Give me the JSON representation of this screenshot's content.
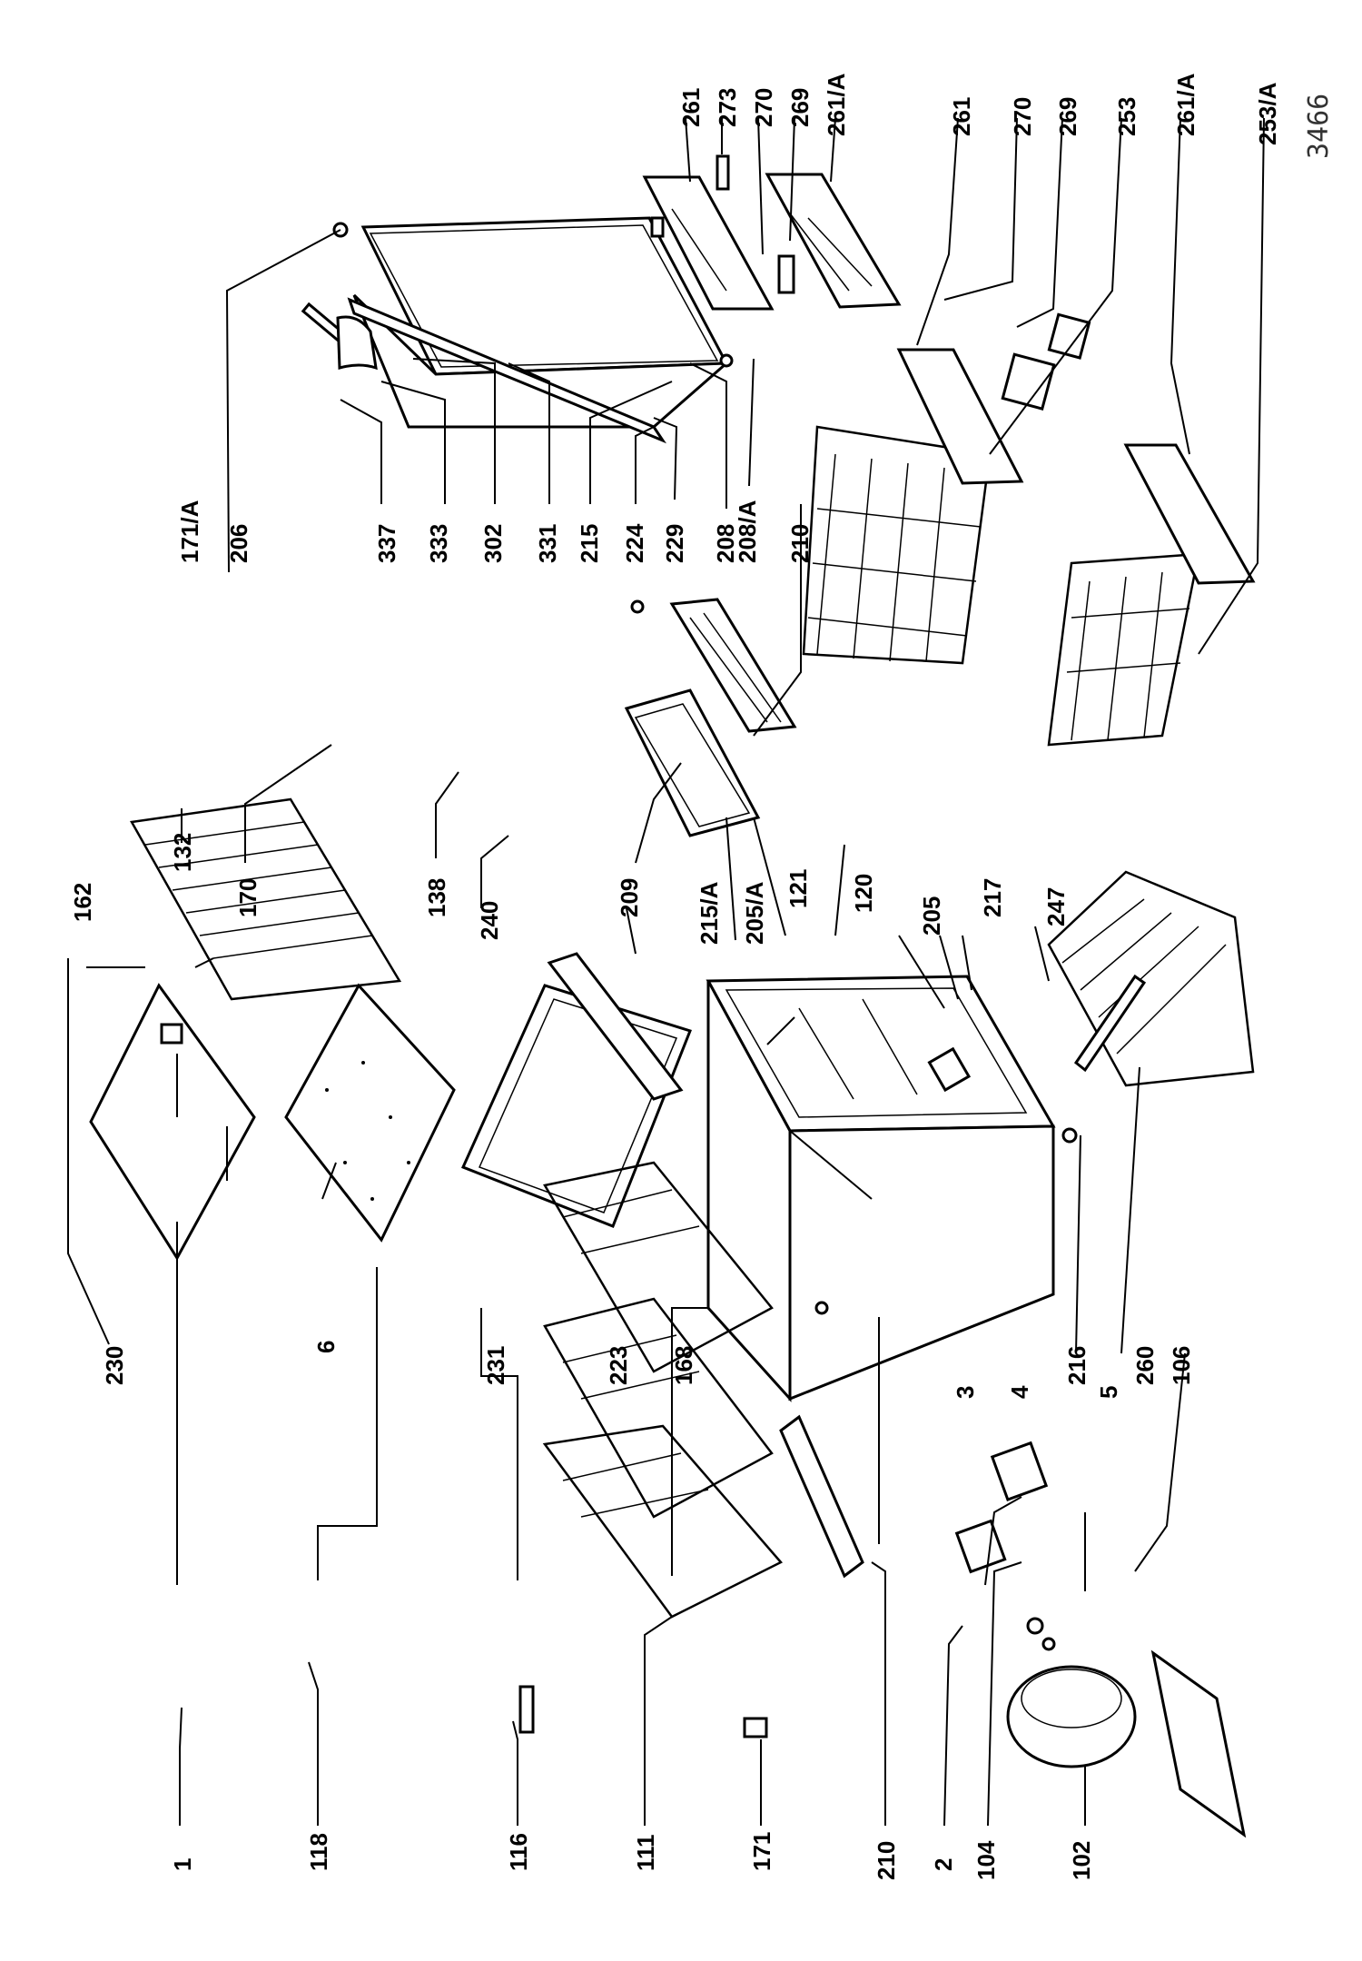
{
  "drawing_number": "3466",
  "labels_top": [
    "162",
    "132",
    "170",
    "138",
    "240",
    "209",
    "215/A",
    "205/A",
    "121",
    "120",
    "205",
    "217",
    "247"
  ],
  "labels_upper": [
    "171/A",
    "206",
    "337",
    "333",
    "302",
    "331",
    "215",
    "224",
    "229",
    "208",
    "208/A",
    "210"
  ],
  "labels_rightcol": [
    "261",
    "273",
    "270",
    "269",
    "261/A",
    "261",
    "270",
    "269",
    "253",
    "261/A",
    "253/A"
  ],
  "labels_middle": [
    "230",
    "6",
    "231",
    "223",
    "168",
    "216",
    "260",
    "106",
    "3",
    "4",
    "5"
  ],
  "labels_bottom": [
    "1",
    "118",
    "116",
    "111",
    "171",
    "210",
    "2",
    "104",
    "102"
  ]
}
